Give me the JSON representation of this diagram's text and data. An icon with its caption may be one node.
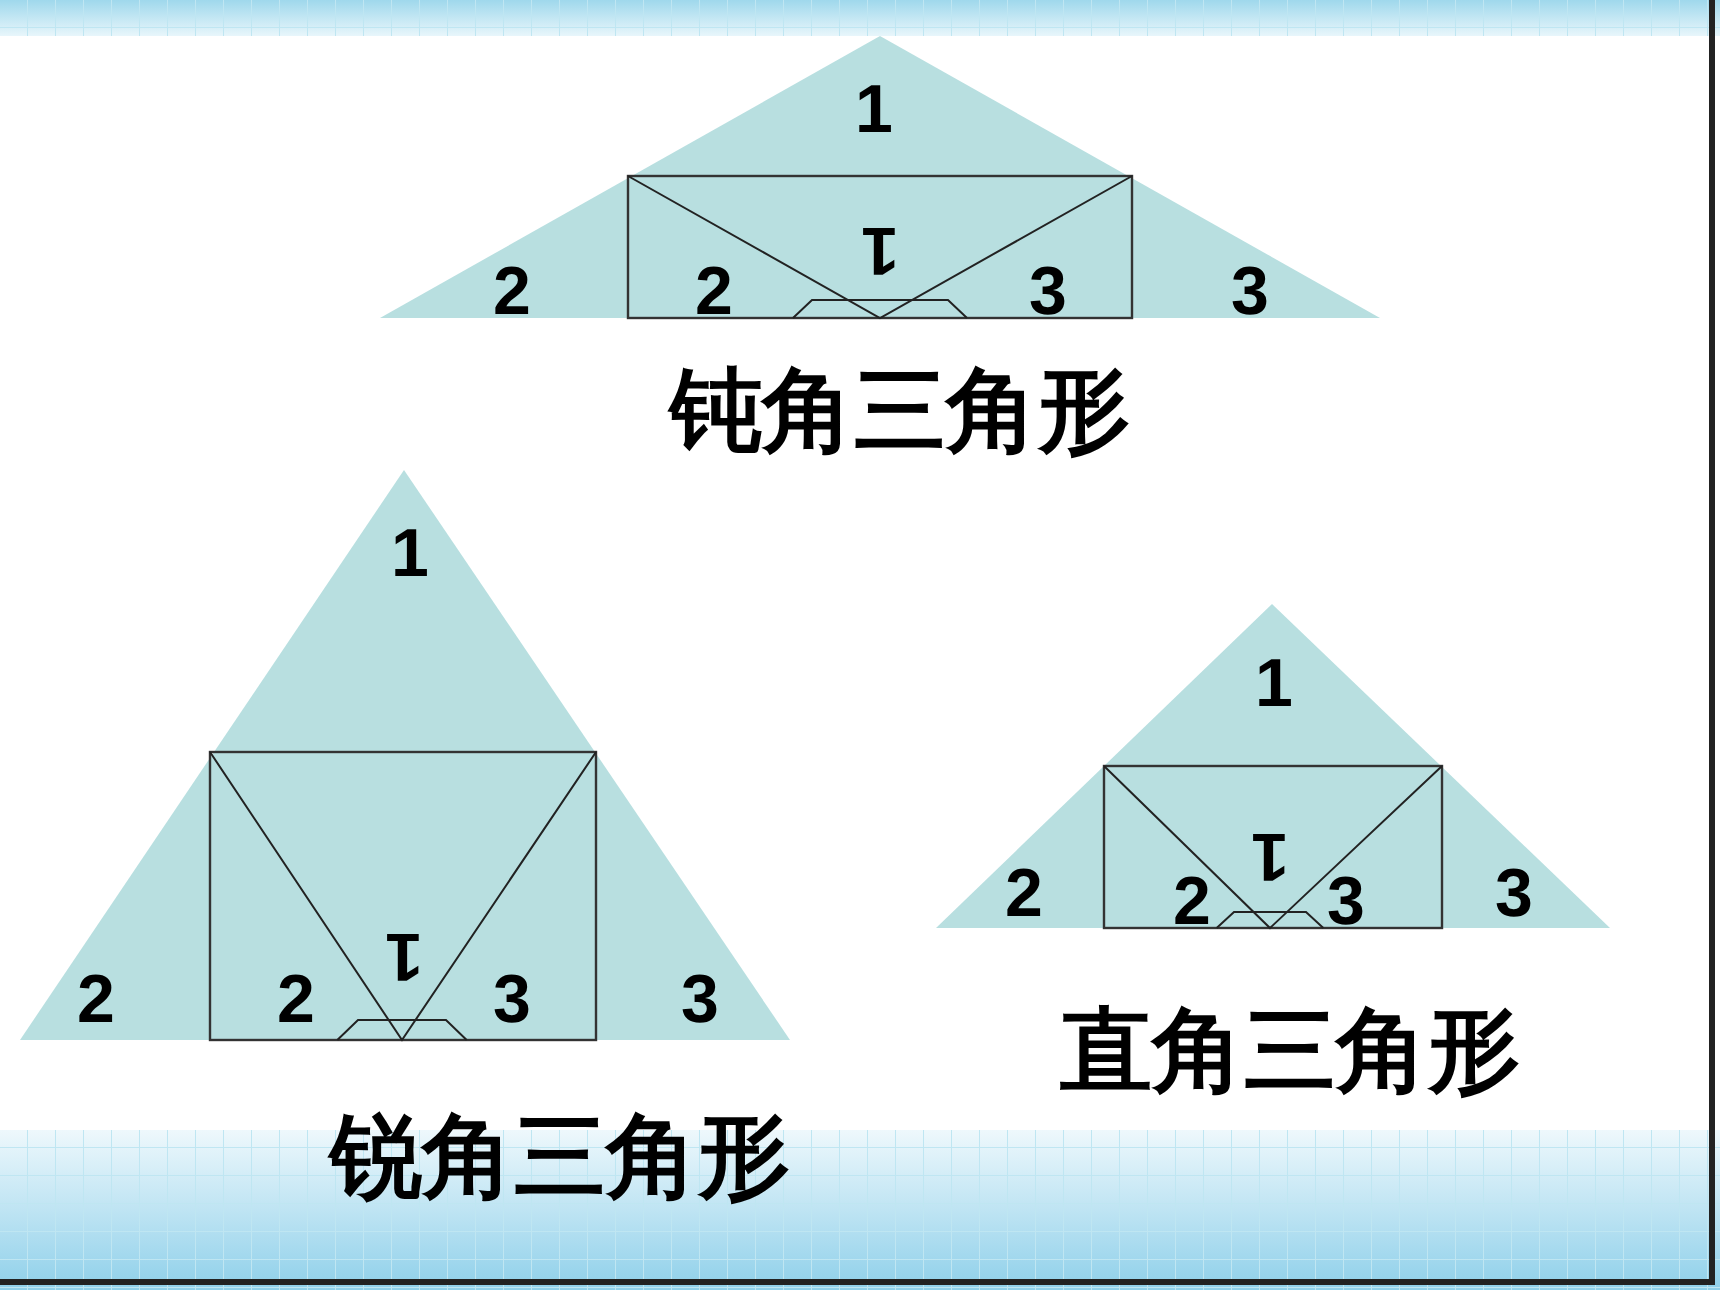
{
  "diagram": {
    "nodes": [
      {
        "text": [
          "1",
          "2",
          "2",
          "1",
          "3",
          "3"
        ],
        "beside": [
          "钝角三角形"
        ]
      },
      {
        "text": [
          "1",
          "2",
          "2",
          "1",
          "3",
          "3"
        ],
        "beside": [
          "锐角三角形"
        ]
      },
      {
        "text": [
          "1",
          "2",
          "2",
          "1",
          "3",
          "3"
        ],
        "beside": [
          "直角三角形"
        ]
      }
    ]
  }
}
